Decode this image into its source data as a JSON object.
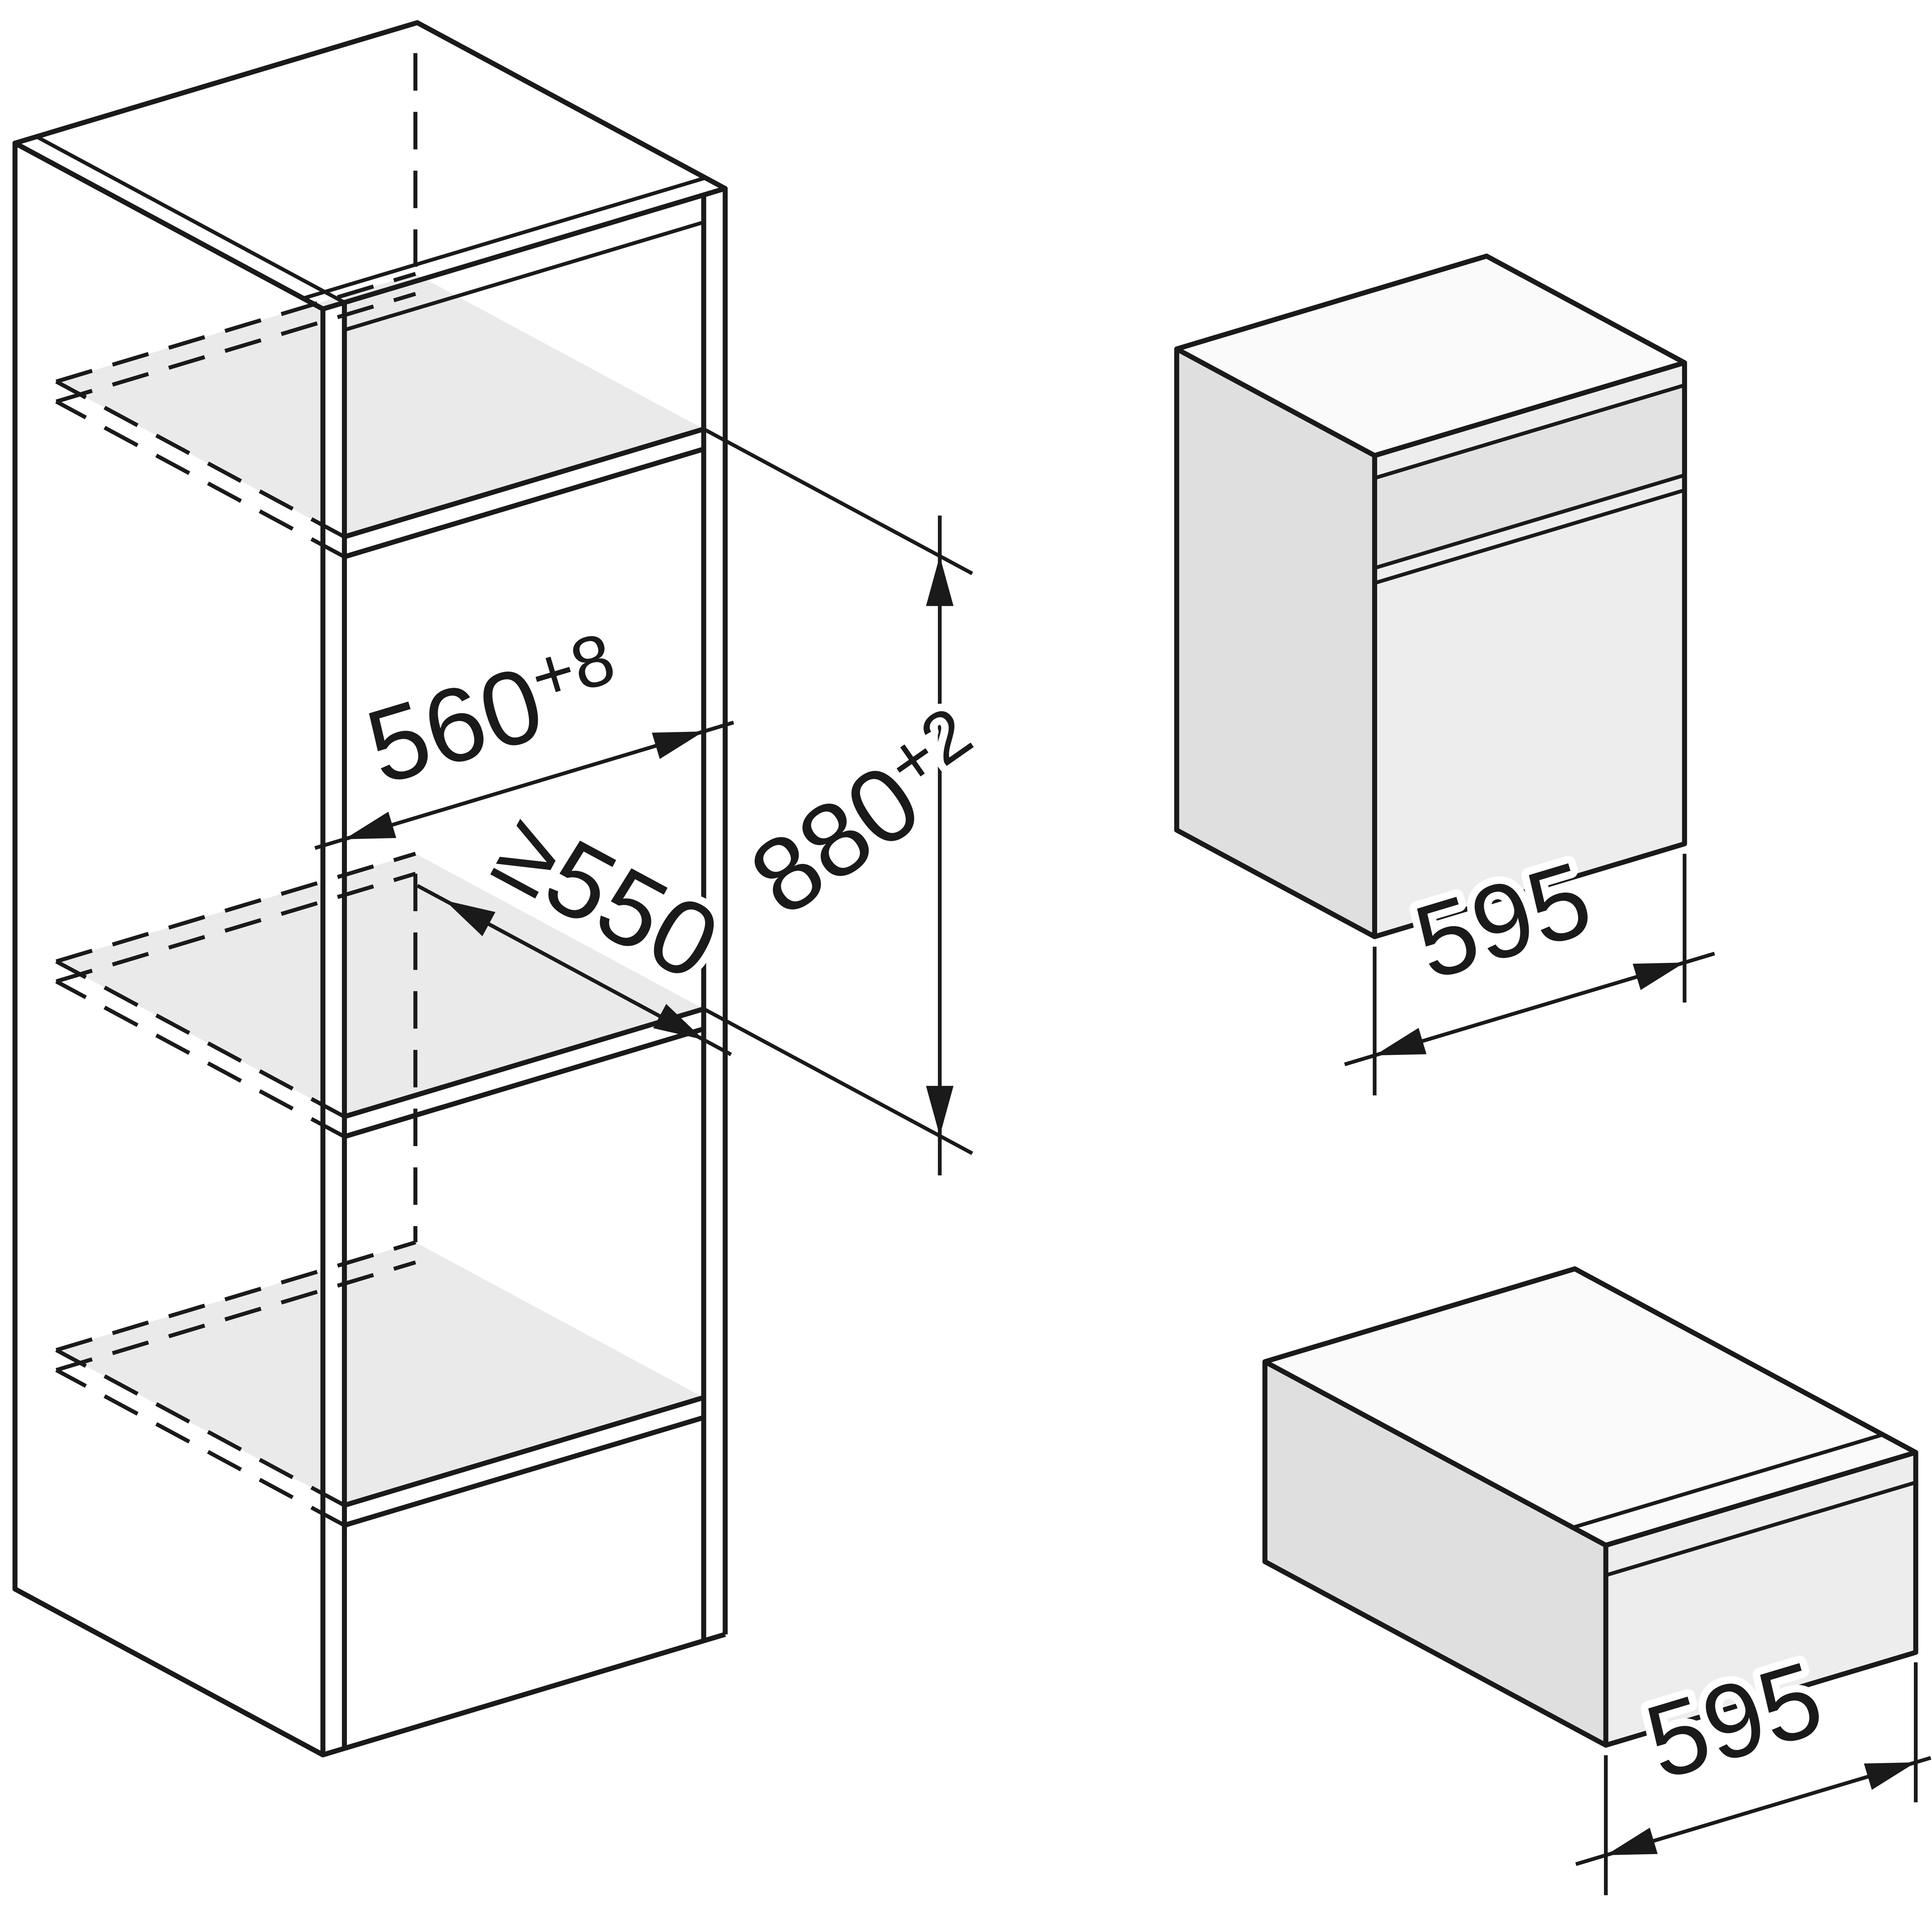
{
  "diagram": {
    "type": "appliance-built-in-installation-diagram",
    "cabinet": {
      "niche_width_mm": {
        "value": "560",
        "tolerance": "+8"
      },
      "niche_height_mm": {
        "value": "880",
        "tolerance": "+2"
      },
      "niche_depth_mm": {
        "value": "≥550"
      }
    },
    "oven": {
      "width_mm": {
        "value": "595"
      }
    },
    "warming_drawer": {
      "width_mm": {
        "value": "595"
      }
    },
    "colors": {
      "line": "#1a1a1a",
      "cabinet_side_panel": "#e8e8e8",
      "cabinet_top": "#f7f7f7",
      "shelf_surface": "#eaeaea",
      "appliance_front": "#ededed",
      "appliance_side": "#dfdfdf",
      "appliance_top": "#fafafa",
      "control_band": "#e2e2e2"
    }
  }
}
